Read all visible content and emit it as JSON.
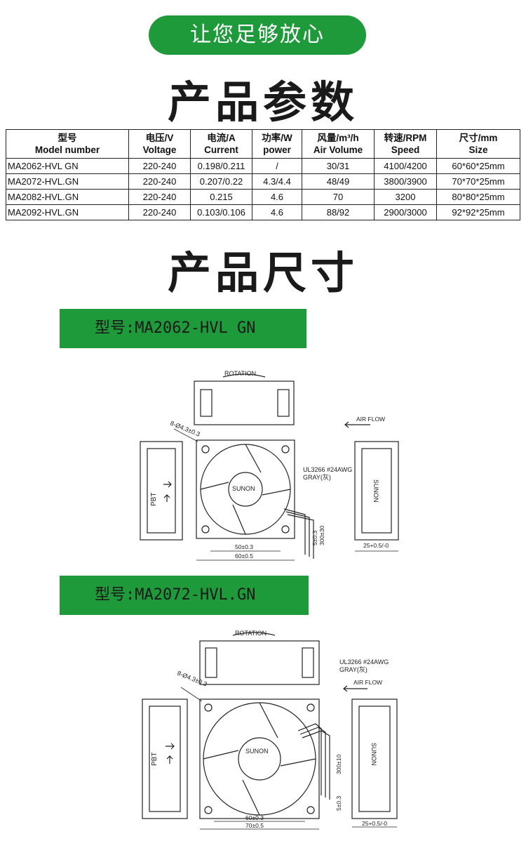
{
  "header": {
    "pill_text": "让您足够放心"
  },
  "titles": {
    "params": "产品参数",
    "dimensions": "产品尺寸"
  },
  "table": {
    "headers": [
      [
        "型号",
        "Model number"
      ],
      [
        "电压/V",
        "Voltage"
      ],
      [
        "电流/A",
        "Current"
      ],
      [
        "功率/W",
        "power"
      ],
      [
        "风量/m³/h",
        "Air Volume"
      ],
      [
        "转速/RPM",
        "Speed"
      ],
      [
        "尺寸/mm",
        "Size"
      ]
    ],
    "rows": [
      [
        "MA2062-HVL GN",
        "220-240",
        "0.198/0.211",
        "/",
        "30/31",
        "4100/4200",
        "60*60*25mm"
      ],
      [
        "MA2072-HVL.GN",
        "220-240",
        "0.207/0.22",
        "4.3/4.4",
        "48/49",
        "3800/3900",
        "70*70*25mm"
      ],
      [
        "MA2082-HVL.GN",
        "220-240",
        "0.215",
        "4.6",
        "70",
        "3200",
        "80*80*25mm"
      ],
      [
        "MA2092-HVL.GN",
        "220-240",
        "0.103/0.106",
        "4.6",
        "88/92",
        "2900/3000",
        "92*92*25mm"
      ]
    ]
  },
  "drawings": [
    {
      "model_label": "型号:MA2062-HVL GN",
      "rotation": "ROTATION",
      "air_flow": "AIR FLOW",
      "hole_spec": "8-Ø4.3±0.3",
      "cable_spec": "UL3266 #24AWG",
      "cable_color": "GRAY(灰)",
      "brand": "SUNON",
      "side_mark": "PBT",
      "dim_inner": "50±0.3",
      "dim_outer": "60±0.5",
      "dim_strip": "5±0.3",
      "dim_cable": "300±30",
      "dim_depth": "25+0.5/-0"
    },
    {
      "model_label": "型号:MA2072-HVL.GN",
      "rotation": "ROTATION",
      "air_flow": "AIR FLOW",
      "hole_spec": "8-Ø4.3±0.3",
      "cable_spec": "UL3266 #24AWG",
      "cable_color": "GRAY(灰)",
      "brand": "SUNON",
      "side_mark": "PBT",
      "dim_inner": "60±0.3",
      "dim_outer": "70±0.5",
      "dim_strip": "5±0.3",
      "dim_cable": "300±10",
      "dim_depth": "25+0.5/-0"
    }
  ]
}
